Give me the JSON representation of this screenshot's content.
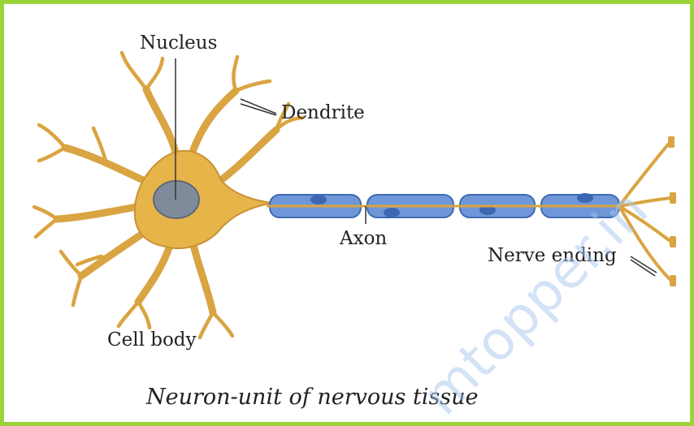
{
  "labels": {
    "nucleus": "Nucleus",
    "dendrite": "Dendrite",
    "axon": "Axon",
    "nerve_ending": "Nerve ending",
    "cell_body": "Cell body"
  },
  "caption": "Neuron-unit of nervous tissue",
  "watermark": "mtopper.in",
  "colors": {
    "frame": "#9bd33a",
    "cell_body": "#e7b44a",
    "nucleus": "#7f8b9b",
    "myelin": "#6f97d8",
    "text": "#222222"
  }
}
